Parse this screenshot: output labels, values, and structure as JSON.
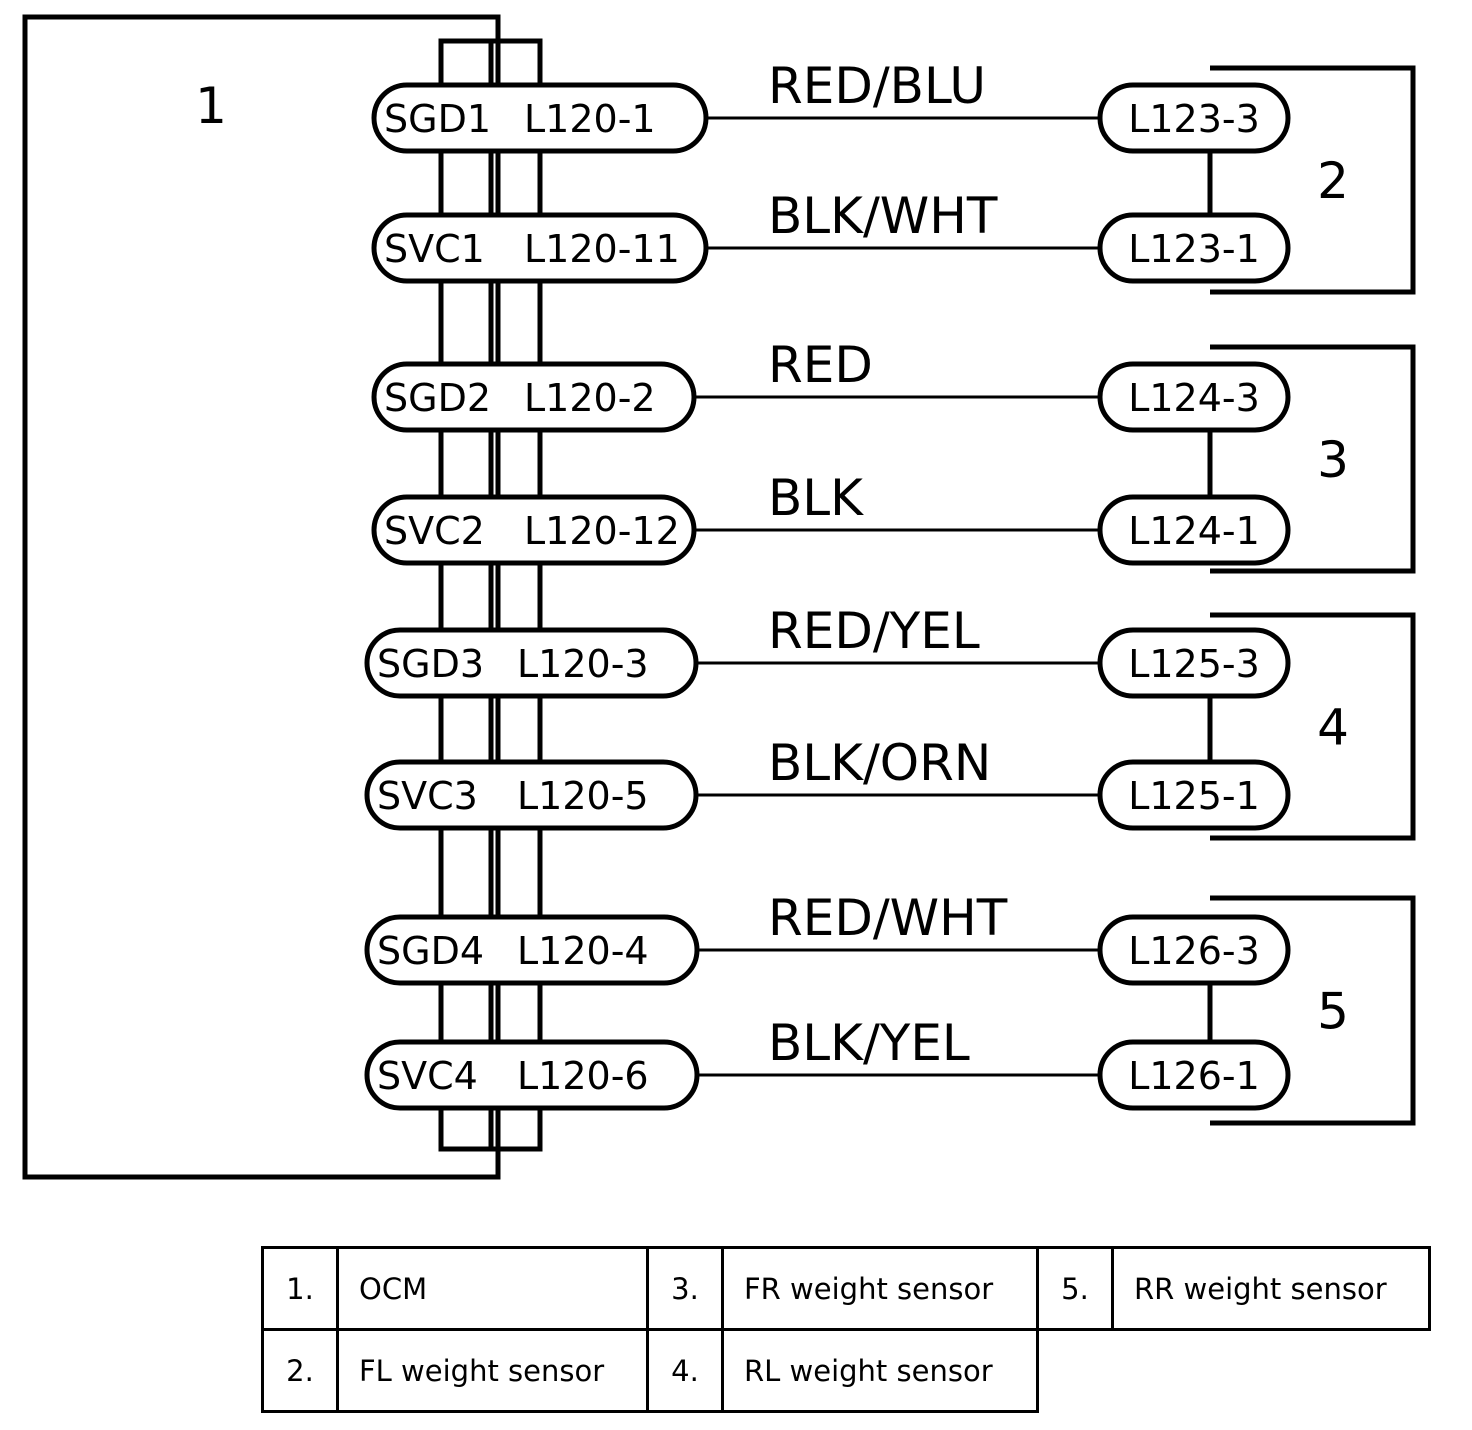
{
  "diagram": {
    "ocm_number": "1",
    "sensors": [
      {
        "number": "2",
        "connections": [
          {
            "ocm_pin": "SGD1",
            "ocm_terminal": "L120-1",
            "wire": "RED/BLU",
            "sensor_terminal": "L123-3"
          },
          {
            "ocm_pin": "SVC1",
            "ocm_terminal": "L120-11",
            "wire": "BLK/WHT",
            "sensor_terminal": "L123-1"
          }
        ]
      },
      {
        "number": "3",
        "connections": [
          {
            "ocm_pin": "SGD2",
            "ocm_terminal": "L120-2",
            "wire": "RED",
            "sensor_terminal": "L124-3"
          },
          {
            "ocm_pin": "SVC2",
            "ocm_terminal": "L120-12",
            "wire": "BLK",
            "sensor_terminal": "L124-1"
          }
        ]
      },
      {
        "number": "4",
        "connections": [
          {
            "ocm_pin": "SGD3",
            "ocm_terminal": "L120-3",
            "wire": "RED/YEL",
            "sensor_terminal": "L125-3"
          },
          {
            "ocm_pin": "SVC3",
            "ocm_terminal": "L120-5",
            "wire": "BLK/ORN",
            "sensor_terminal": "L125-1"
          }
        ]
      },
      {
        "number": "5",
        "connections": [
          {
            "ocm_pin": "SGD4",
            "ocm_terminal": "L120-4",
            "wire": "RED/WHT",
            "sensor_terminal": "L126-3"
          },
          {
            "ocm_pin": "SVC4",
            "ocm_terminal": "L120-6",
            "wire": "BLK/YEL",
            "sensor_terminal": "L126-1"
          }
        ]
      }
    ]
  },
  "legend": {
    "rows": [
      [
        {
          "num": "1.",
          "label": "OCM"
        },
        {
          "num": "3.",
          "label": "FR weight sensor"
        },
        {
          "num": "5.",
          "label": "RR weight sensor"
        }
      ],
      [
        {
          "num": "2.",
          "label": "FL weight sensor"
        },
        {
          "num": "4.",
          "label": "RL weight sensor"
        }
      ]
    ]
  }
}
